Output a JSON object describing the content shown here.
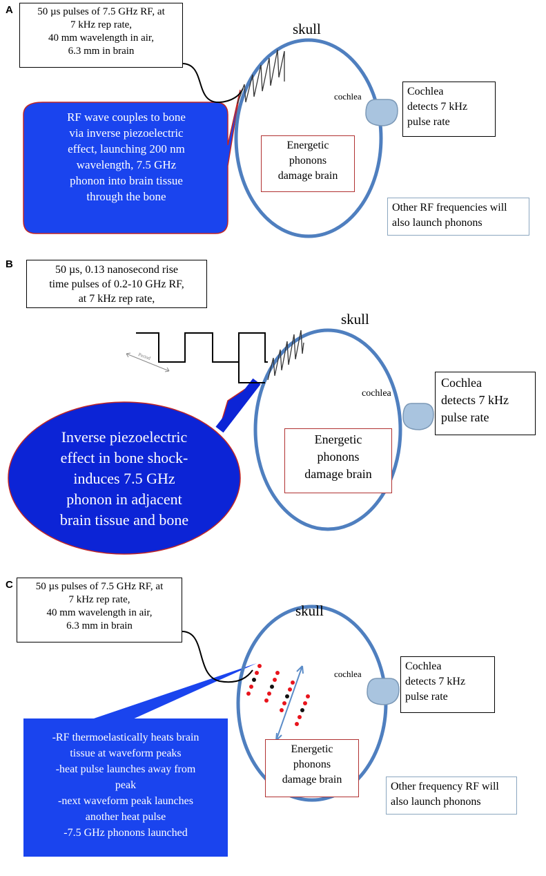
{
  "colors": {
    "skull": "#4f7fbf",
    "callout_fill": "#1a44ee",
    "callout_b_fill": "#0c24d6",
    "cochlea_fill": "#a9c4df",
    "peak_red": "#e8141c",
    "peak_black": "#111111",
    "arrow": "#5b8cc8"
  },
  "panel_a": {
    "letter": "A",
    "rf_box": "50 µs pulses of 7.5 GHz RF, at\n7 kHz rep rate,\n40 mm wavelength in air,\n6.3 mm in brain",
    "skull_label": "skull",
    "cochlea_label": "cochlea",
    "cochlea_box": "Cochlea\ndetects 7 kHz\npulse rate",
    "brain_box": "Energetic\nphonons\ndamage brain",
    "other_box": "Other RF frequencies will\nalso launch phonons",
    "callout": "RF wave couples to bone\nvia inverse piezoelectric\neffect, launching 200 nm\nwavelength, 7.5 GHz\nphonon into brain tissue\nthrough the bone"
  },
  "panel_b": {
    "letter": "B",
    "rf_box": "50 µs, 0.13 nanosecond rise\ntime pulses of 0.2-10 GHz RF,\nat 7 kHz rep rate,",
    "period_label": "Period",
    "skull_label": "skull",
    "cochlea_label": "cochlea",
    "cochlea_box": "Cochlea\ndetects 7 kHz\npulse rate",
    "brain_box": "Energetic\nphonons\ndamage brain",
    "callout": "Inverse piezoelectric\neffect in bone shock-\ninduces 7.5 GHz\nphonon in adjacent\nbrain tissue and bone"
  },
  "panel_c": {
    "letter": "C",
    "rf_box": "50 µs pulses of 7.5 GHz RF, at\n7 kHz rep rate,\n40 mm wavelength in air,\n6.3 mm in brain",
    "skull_label": "skull",
    "cochlea_label": "cochlea",
    "cochlea_box": "Cochlea\ndetects 7 kHz\npulse rate",
    "brain_box": "Energetic\nphonons\ndamage brain",
    "other_box": "Other frequency RF will\nalso launch phonons",
    "callout": "-RF thermoelastically heats brain\ntissue at waveform peaks\n-heat pulse launches away from\npeak\n-next waveform peak launches\nanother heat pulse\n-7.5 GHz phonons launched"
  }
}
